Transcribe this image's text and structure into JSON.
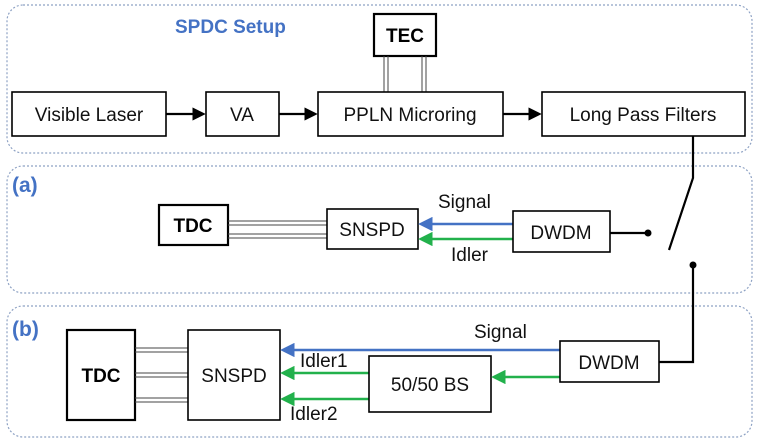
{
  "setup": {
    "title": "SPDC Setup",
    "tec": "TEC",
    "visible_laser": "Visible Laser",
    "va": "VA",
    "ppln": "PPLN Microring",
    "filters": "Long Pass Filters"
  },
  "panel_a": {
    "tag": "(a)",
    "tdc": "TDC",
    "snspd": "SNSPD",
    "dwdm": "DWDM",
    "signal_label": "Signal",
    "idler_label": "Idler"
  },
  "panel_b": {
    "tag": "(b)",
    "tdc": "TDC",
    "snspd": "SNSPD",
    "bs": "50/50 BS",
    "dwdm": "DWDM",
    "signal_label": "Signal",
    "idler1_label": "Idler1",
    "idler2_label": "Idler2"
  },
  "colors": {
    "signal": "#4472c4",
    "idler": "#22b14c",
    "accent": "#4472c4"
  }
}
